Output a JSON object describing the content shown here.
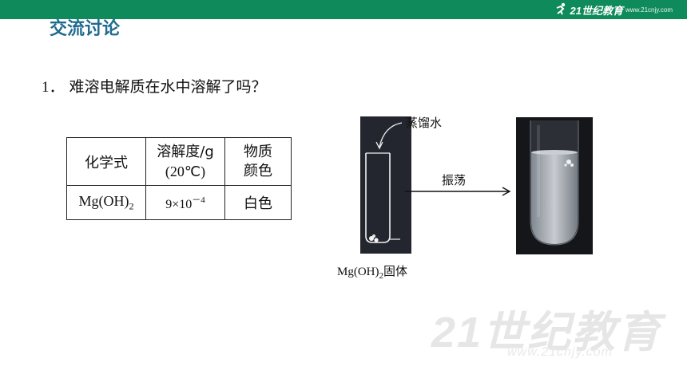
{
  "header": {
    "logo_text": "21世纪教育",
    "logo_sub": "www.21cnjy.com"
  },
  "slide": {
    "title": "交流讨论",
    "question_number": "1．",
    "question_text": "难溶电解质在水中溶解了吗？"
  },
  "table": {
    "headers": {
      "formula": "化学式",
      "solubility_line1": "溶解度/g",
      "solubility_line2": "(20℃)",
      "property_line1": "物质",
      "property_line2": "颜色"
    },
    "row": {
      "formula_main": "Mg(OH)",
      "formula_sub": "2",
      "solubility_base": "9×10",
      "solubility_exp": "－4",
      "color": "白色"
    }
  },
  "figure": {
    "label_water": "蒸馏水",
    "label_shake": "振荡",
    "label_solid_formula": "Mg(OH)",
    "label_solid_sub": "2",
    "label_solid_text": "固体"
  },
  "watermark": {
    "text": "21世纪教育",
    "url": "www.21cnjy.com"
  },
  "colors": {
    "top_bar": "#0f8a5a",
    "title": "#1f6b8f"
  }
}
